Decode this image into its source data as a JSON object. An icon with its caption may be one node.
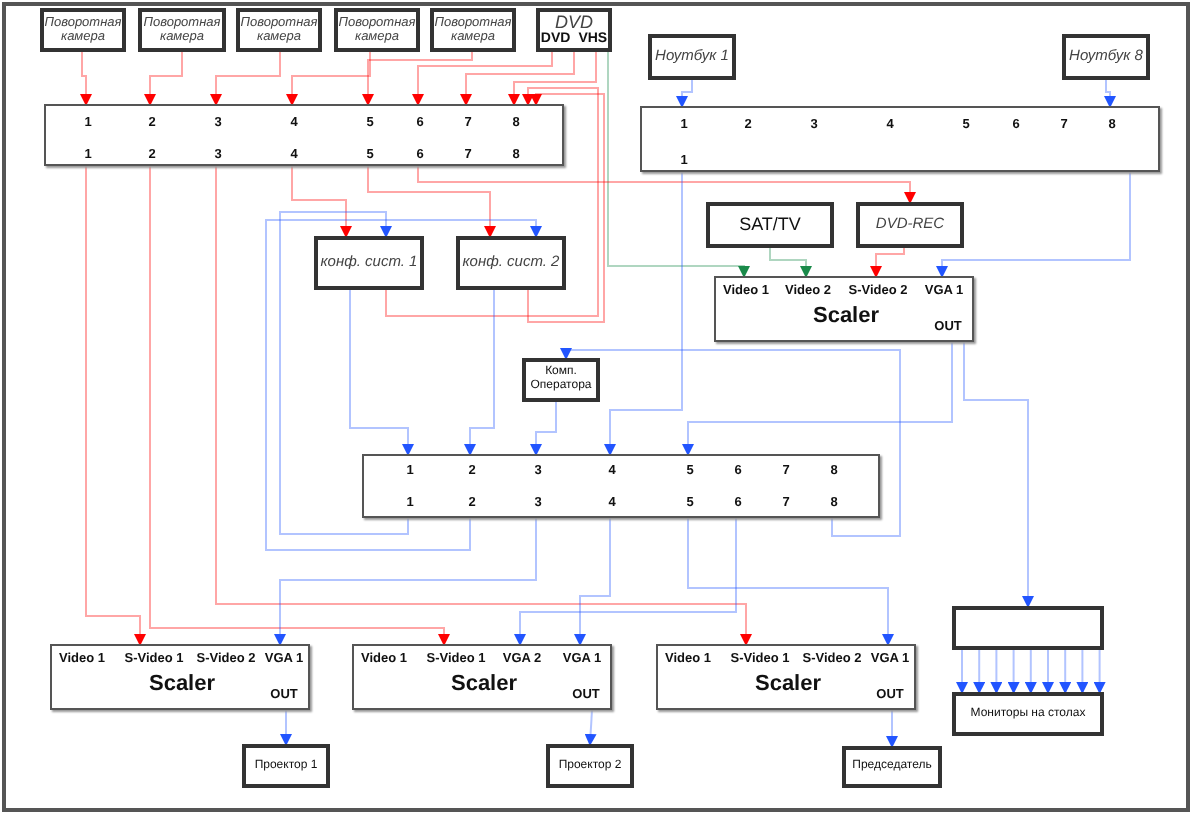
{
  "diagram": {
    "nodes": [
      {
        "text": [
          "Поворотная камера"
        ]
      },
      {
        "text": [
          "Поворотная камера"
        ]
      },
      {
        "text": [
          "Поворотная камера"
        ]
      },
      {
        "text": [
          "Поворотная камера"
        ]
      },
      {
        "text": [
          "Поворотная камера"
        ]
      },
      {
        "text": [
          "DVD",
          "DVD",
          "VHS"
        ]
      },
      {
        "text": [
          "Ноутбук 1"
        ]
      },
      {
        "text": [
          "Ноутбук 8"
        ]
      },
      {
        "text": [
          "1",
          "2",
          "3",
          "4",
          "5",
          "6",
          "7",
          "8",
          "1",
          "2",
          "3",
          "4",
          "5",
          "6",
          "7",
          "8"
        ]
      },
      {
        "text": [
          "1",
          "2",
          "3",
          "4",
          "5",
          "6",
          "7",
          "8",
          "1"
        ]
      },
      {
        "text": [
          "конф. сист. 1"
        ]
      },
      {
        "text": [
          "конф. сист. 2"
        ]
      },
      {
        "text": [
          "SAT/TV"
        ]
      },
      {
        "text": [
          "DVD-REC"
        ]
      },
      {
        "text": [
          "Video 1",
          "Video 2",
          "S-Video 2",
          "VGA 1",
          "Scaler",
          "OUT"
        ]
      },
      {
        "text": [
          "Комп. Оператора"
        ]
      },
      {
        "text": [
          "1",
          "2",
          "3",
          "4",
          "5",
          "6",
          "7",
          "8",
          "1",
          "2",
          "3",
          "4",
          "5",
          "6",
          "7",
          "8"
        ]
      },
      {
        "text": [
          "Video 1",
          "S-Video 1",
          "S-Video 2",
          "VGA 1",
          "Scaler",
          "OUT"
        ]
      },
      {
        "text": [
          "Video 1",
          "S-Video 1",
          "VGA 2",
          "VGA 1",
          "Scaler",
          "OUT"
        ]
      },
      {
        "text": [
          "Video 1",
          "S-Video 1",
          "S-Video 2",
          "VGA 1",
          "Scaler",
          "OUT"
        ]
      },
      {
        "text": [],
        "shape": "box"
      },
      {
        "text": [
          "Проектор 1"
        ]
      },
      {
        "text": [
          "Проектор 2"
        ]
      },
      {
        "text": [
          "Председатель"
        ]
      },
      {
        "text": [
          "Мониторы на столах"
        ]
      }
    ],
    "edges": [
      {
        "from": 0,
        "to": 8,
        "arrow": "to",
        "color": "#ff0000"
      },
      {
        "from": 1,
        "to": 8,
        "arrow": "to",
        "color": "#ff0000"
      },
      {
        "from": 2,
        "to": 8,
        "arrow": "to",
        "color": "#ff0000"
      },
      {
        "from": 3,
        "to": 8,
        "arrow": "to",
        "color": "#ff0000"
      },
      {
        "from": 4,
        "to": 8,
        "arrow": "to",
        "color": "#ff0000"
      },
      {
        "from": 5,
        "to": 8,
        "arrow": "to",
        "color": "#ff0000"
      },
      {
        "from": 5,
        "to": 8,
        "arrow": "to",
        "color": "#ff0000"
      },
      {
        "from": 5,
        "to": 8,
        "arrow": "to",
        "color": "#ff0000"
      },
      {
        "from": 5,
        "to": 14,
        "arrow": "to",
        "color": "#1a8a4a"
      },
      {
        "from": 6,
        "to": 9,
        "arrow": "to",
        "color": "#2255ff"
      },
      {
        "from": 7,
        "to": 9,
        "arrow": "to",
        "color": "#2255ff"
      },
      {
        "from": 8,
        "to": 10,
        "arrow": "to",
        "color": "#ff0000"
      },
      {
        "from": 8,
        "to": 11,
        "arrow": "to",
        "color": "#ff0000"
      },
      {
        "from": 8,
        "to": 13,
        "arrow": "to",
        "color": "#ff0000"
      },
      {
        "from": 8,
        "to": 17,
        "arrow": "to",
        "color": "#ff0000"
      },
      {
        "from": 8,
        "to": 18,
        "arrow": "to",
        "color": "#ff0000"
      },
      {
        "from": 8,
        "to": 19,
        "arrow": "to",
        "color": "#ff0000"
      },
      {
        "from": 10,
        "to": 8,
        "arrow": "to",
        "color": "#ff0000"
      },
      {
        "from": 11,
        "to": 8,
        "arrow": "to",
        "color": "#ff0000"
      },
      {
        "from": 9,
        "to": 16,
        "arrow": "to",
        "color": "#2255ff"
      },
      {
        "from": 9,
        "to": 14,
        "arrow": "to",
        "color": "#2255ff"
      },
      {
        "from": 14,
        "to": 16,
        "arrow": "to",
        "color": "#2255ff"
      },
      {
        "from": 16,
        "to": 10,
        "arrow": "to",
        "color": "#2255ff"
      },
      {
        "from": 16,
        "to": 11,
        "arrow": "to",
        "color": "#2255ff"
      },
      {
        "from": 10,
        "to": 16,
        "arrow": "to",
        "color": "#2255ff"
      },
      {
        "from": 11,
        "to": 16,
        "arrow": "to",
        "color": "#2255ff"
      },
      {
        "from": 15,
        "to": 16,
        "arrow": "to",
        "color": "#2255ff"
      },
      {
        "from": 16,
        "to": 15,
        "arrow": "to",
        "color": "#2255ff"
      },
      {
        "from": 16,
        "to": 17,
        "arrow": "to",
        "color": "#2255ff"
      },
      {
        "from": 16,
        "to": 18,
        "arrow": "to",
        "color": "#2255ff"
      },
      {
        "from": 16,
        "to": 18,
        "arrow": "to",
        "color": "#2255ff"
      },
      {
        "from": 16,
        "to": 19,
        "arrow": "to",
        "color": "#2255ff"
      },
      {
        "from": 14,
        "to": 20,
        "arrow": "to",
        "color": "#2255ff"
      },
      {
        "from": 20,
        "to": 24,
        "arrow": "to",
        "color": "#2255ff"
      },
      {
        "from": 20,
        "to": 24,
        "arrow": "to",
        "color": "#2255ff"
      },
      {
        "from": 20,
        "to": 24,
        "arrow": "to",
        "color": "#2255ff"
      },
      {
        "from": 20,
        "to": 24,
        "arrow": "to",
        "color": "#2255ff"
      },
      {
        "from": 20,
        "to": 24,
        "arrow": "to",
        "color": "#2255ff"
      },
      {
        "from": 20,
        "to": 24,
        "arrow": "to",
        "color": "#2255ff"
      },
      {
        "from": 20,
        "to": 24,
        "arrow": "to",
        "color": "#2255ff"
      },
      {
        "from": 20,
        "to": 24,
        "arrow": "to",
        "color": "#2255ff"
      },
      {
        "from": 20,
        "to": 24,
        "arrow": "to",
        "color": "#2255ff"
      },
      {
        "from": 17,
        "to": 21,
        "arrow": "to",
        "color": "#2255ff"
      },
      {
        "from": 18,
        "to": 22,
        "arrow": "to",
        "color": "#2255ff"
      },
      {
        "from": 19,
        "to": 23,
        "arrow": "to",
        "color": "#2255ff"
      },
      {
        "from": 12,
        "to": 14,
        "arrow": "to",
        "color": "#1a8a4a"
      },
      {
        "from": 13,
        "to": 14,
        "arrow": "to",
        "color": "#ff0000"
      }
    ]
  }
}
